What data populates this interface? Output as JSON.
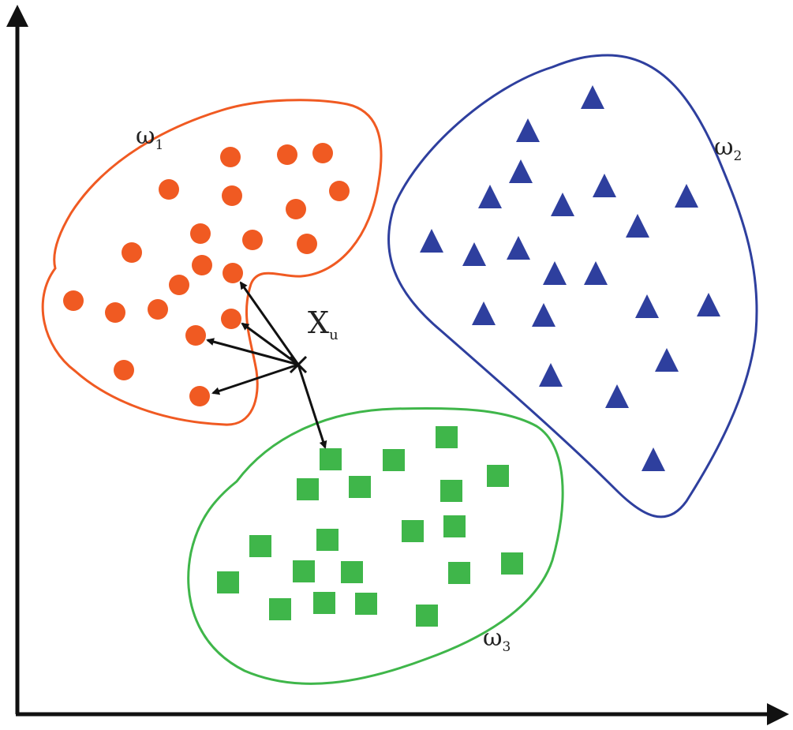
{
  "colors": {
    "class1": "#f05a22",
    "class2": "#2e3f9e",
    "class3": "#3fb64a",
    "axis": "#111111",
    "arrow": "#111111",
    "label": "#222222"
  },
  "clusters": [
    {
      "symbol": "ω",
      "subscript": "1",
      "marker": "circle",
      "color_key": "class1"
    },
    {
      "symbol": "ω",
      "subscript": "2",
      "marker": "triangle",
      "color_key": "class2"
    },
    {
      "symbol": "ω",
      "subscript": "3",
      "marker": "square",
      "color_key": "class3"
    }
  ],
  "query": {
    "symbol": "X",
    "subscript": "u"
  }
}
